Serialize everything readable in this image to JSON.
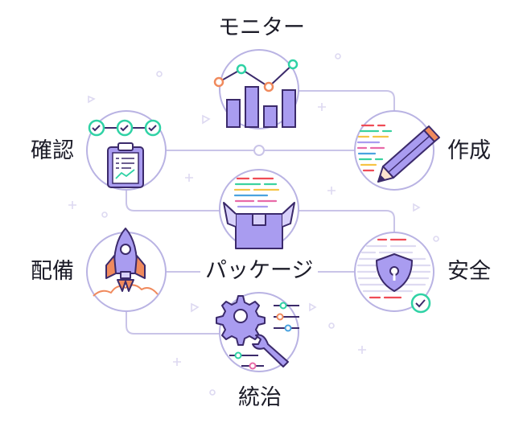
{
  "labels": {
    "monitor": "モニター",
    "confirm": "確認",
    "create": "作成",
    "package": "パッケージ",
    "deploy": "配備",
    "secure": "安全",
    "govern": "統治"
  },
  "colors": {
    "line": "#c9c4e8",
    "circle_stroke": "#b9b3e3",
    "purple": "#a99cf0",
    "dark": "#3b2a6b",
    "teal": "#2fd2a5",
    "orange": "#f08a5d",
    "red": "#ef4b55",
    "green": "#3ad29f",
    "yellow": "#f6c445",
    "pink": "#e86aa8",
    "blue": "#4aa3e0"
  }
}
